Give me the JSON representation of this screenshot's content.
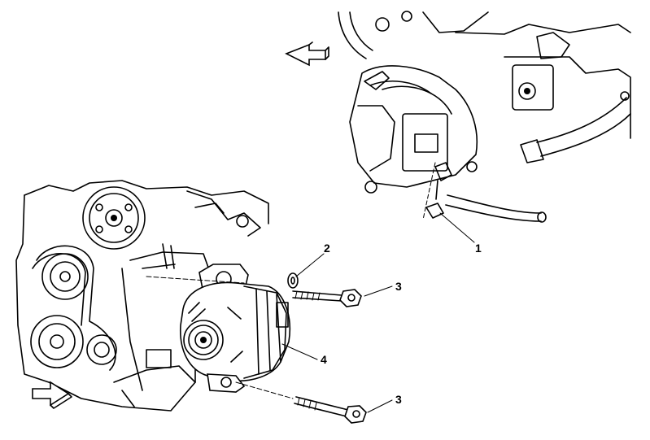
{
  "callouts": [
    {
      "id": "1",
      "label": "1"
    },
    {
      "id": "2",
      "label": "2"
    },
    {
      "id": "3a",
      "label": "3"
    },
    {
      "id": "3b",
      "label": "3"
    },
    {
      "id": "4",
      "label": "4"
    }
  ],
  "icons": [
    "arrow-icon",
    "arrow-icon"
  ],
  "colors": {
    "line": "#000000",
    "background": "#ffffff"
  }
}
